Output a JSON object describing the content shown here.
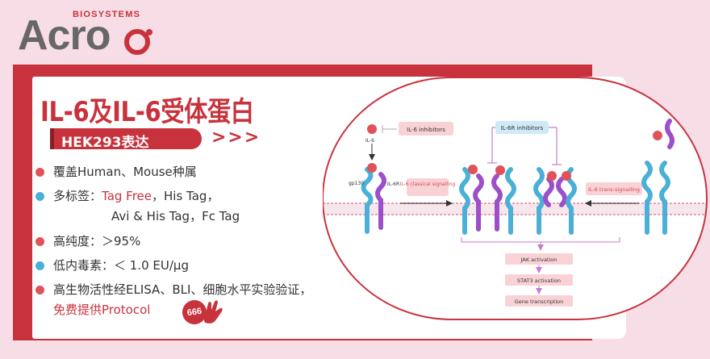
{
  "logo": {
    "subtitle": "BIOSYSTEMS",
    "wordmark": "Acro"
  },
  "title": "IL-6及IL-6受体蛋白",
  "expression_tag": {
    "label": "HEK293表达",
    "chevrons": ">>>"
  },
  "features": [
    {
      "text": "覆盖Human、Mouse种属",
      "dot": "red"
    },
    {
      "text_prefix": "多标签：",
      "text_highlight": "Tag Free",
      "text_rest": "，His Tag，",
      "text_line2": "Avi & His Tag，Fc Tag",
      "dot": "blue"
    },
    {
      "text": "高纯度：＞95%",
      "dot": "red"
    },
    {
      "text": "低内毒素：＜ 1.0 EU/μg",
      "dot": "blue"
    },
    {
      "text": "高生物活性经ELISA、BLI、细胞水平实验验证，",
      "text_line2": "免费提供Protocol",
      "dot": "red"
    }
  ],
  "badge": "666",
  "diagram": {
    "il6_inhibitors": "IL-6 inhibitors",
    "il6r_inhibitors": "IL-6R inhibitors",
    "il6": "IL-6",
    "gp130": "gp130",
    "il6r": "IL-6R",
    "classical": "IL-6 classical signalling",
    "trans": "IL-6 trans-signalling",
    "jak": "JAK activation",
    "stat3": "STAT3 activation",
    "gene": "Gene transcription"
  },
  "colors": {
    "brand_red": "#c8323c",
    "logo_grey": "#676767",
    "background": "#f7dde6",
    "gp130_blue": "#4ab0d8",
    "il6r_purple": "#9c4fc8",
    "il6_red": "#e0525a"
  }
}
